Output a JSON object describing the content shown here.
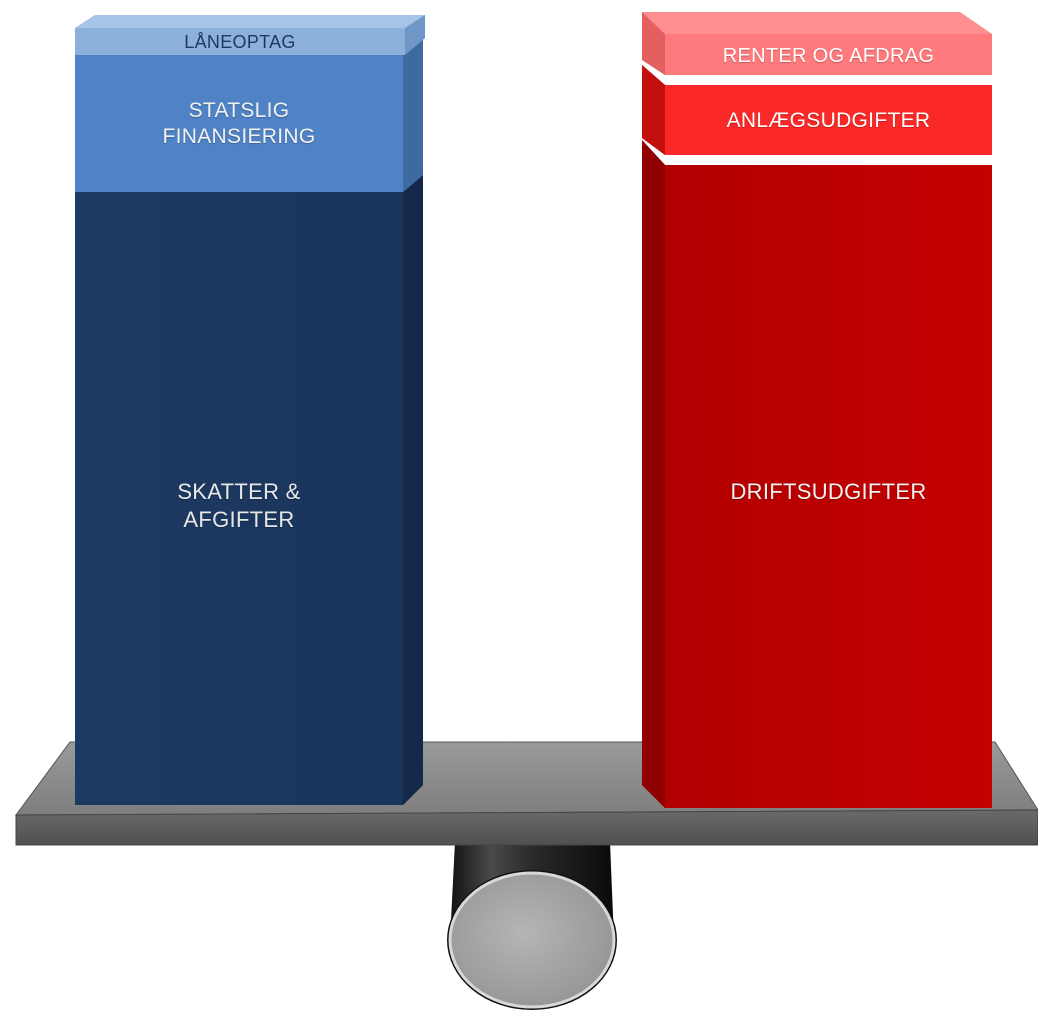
{
  "income_column": {
    "blocks": [
      {
        "label": "LÅNEOPTAG",
        "color": "#8db3e2"
      },
      {
        "label": "STATSLIG\nFINANSIERING",
        "color": "#4f81bd"
      },
      {
        "label": "SKATTER &\nAFGIFTER",
        "color": "#1f3864"
      }
    ]
  },
  "expense_column": {
    "blocks": [
      {
        "label": "RENTER OG AFDRAG",
        "color": "#ff7c80"
      },
      {
        "label": "ANLÆGSUDGIFTER",
        "color": "#ff2a2a"
      },
      {
        "label": "DRIFTSUDGIFTER",
        "color": "#c00000"
      }
    ]
  },
  "scale": {
    "beam_color": "#8c8c8c",
    "fulcrum_color": "#a6a6a6"
  }
}
